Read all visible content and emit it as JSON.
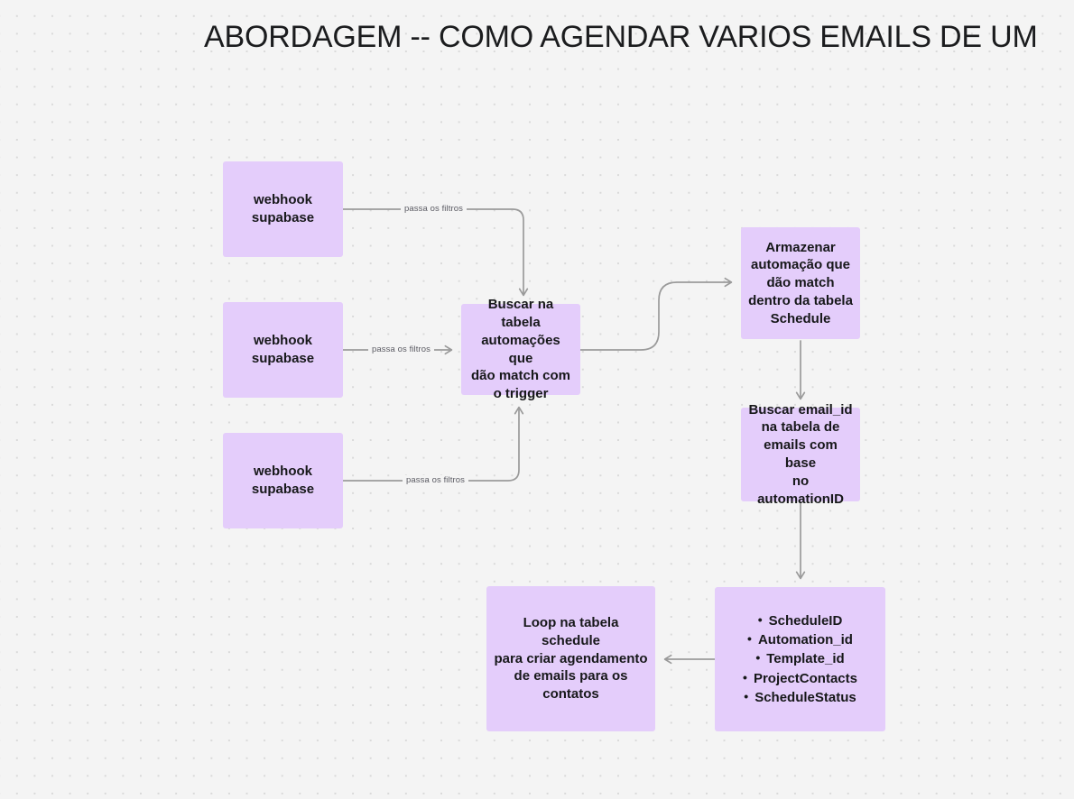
{
  "board": {
    "title": "ABORDAGEM -- COMO AGENDAR VARIOS EMAILS DE UM",
    "background_color": "#f4f4f4",
    "dot_color": "#d9d9d9",
    "node_fill": "#e4cdfb",
    "edge_color": "#9a9a9a",
    "text_color": "#17181a"
  },
  "nodes": {
    "webhook_1": "webhook\nsupabase",
    "webhook_2": "webhook\nsupabase",
    "webhook_3": "webhook\nsupabase",
    "buscar_trigger": "Buscar na tabela\nautomações que\ndão match com\no trigger",
    "armazenar_schedule": "Armazenar\nautomação que\ndão match\ndentro da tabela\nSchedule",
    "buscar_email_id": "Buscar email_id\nna tabela de\nemails com base\nno automationID",
    "loop_schedule": "Loop na tabela schedule\npara criar agendamento\nde emails para os\ncontatos",
    "schedule_fields": [
      "ScheduleID",
      "Automation_id",
      "Template_id",
      "ProjectContacts",
      "ScheduleStatus"
    ]
  },
  "edges": {
    "label_1": "passa os filtros",
    "label_2": "passa os filtros",
    "label_3": "passa os filtros"
  }
}
